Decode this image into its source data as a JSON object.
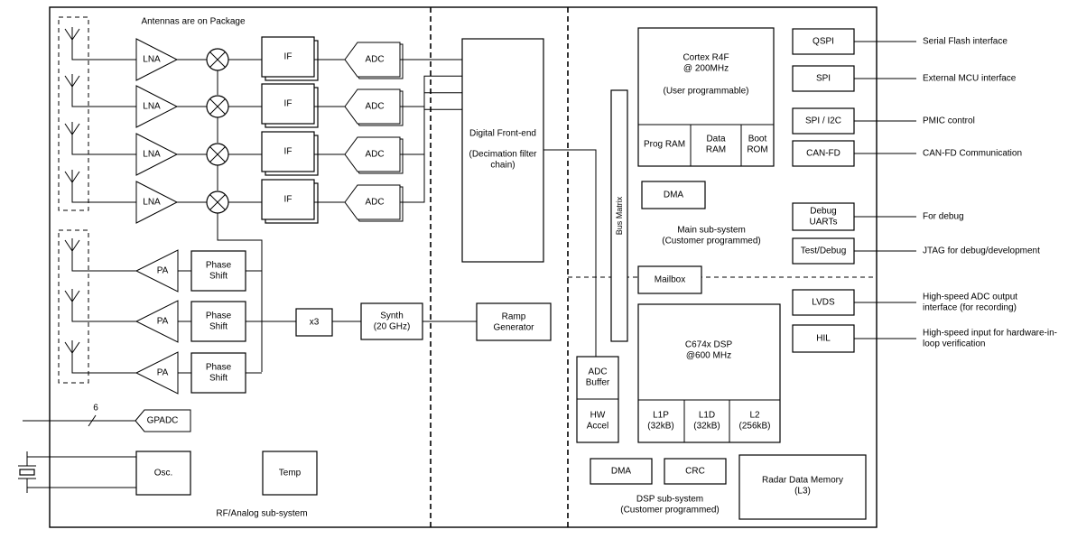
{
  "rf": {
    "antennas_note": "Antennas are on Package",
    "lna": "LNA",
    "if": "IF",
    "adc": "ADC",
    "pa": "PA",
    "phase_shift": [
      "Phase",
      "Shift"
    ],
    "x3": "x3",
    "synth": [
      "Synth",
      "(20 GHz)"
    ],
    "gpadc": "GPADC",
    "gpadc_bus_width": "6",
    "osc": "Osc.",
    "temp": "Temp",
    "label": "RF/Analog sub-system"
  },
  "dfe": {
    "title": "Digital Front-end",
    "subtitle": [
      "(Decimation filter",
      "chain)"
    ],
    "ramp": [
      "Ramp",
      "Generator"
    ]
  },
  "main": {
    "cortex": [
      "Cortex R4F",
      "@ 200MHz",
      "(User programmable)"
    ],
    "prog_ram": "Prog RAM",
    "data_ram": [
      "Data",
      "RAM"
    ],
    "boot_rom": [
      "Boot",
      "ROM"
    ],
    "dma": "DMA",
    "bus_matrix": "Bus Matrix",
    "label": [
      "Main sub-system",
      "(Customer programmed)"
    ],
    "mailbox": "Mailbox"
  },
  "dsp": {
    "adc_buffer": [
      "ADC",
      "Buffer"
    ],
    "hw_accel": [
      "HW",
      "Accel"
    ],
    "core": [
      "C674x DSP",
      "@600 MHz"
    ],
    "l1p": [
      "L1P",
      "(32kB)"
    ],
    "l1d": [
      "L1D",
      "(32kB)"
    ],
    "l2": [
      "L2",
      "(256kB)"
    ],
    "dma": "DMA",
    "crc": "CRC",
    "radar_mem": [
      "Radar Data Memory",
      "(L3)"
    ],
    "label": [
      "DSP sub-system",
      "(Customer programmed)"
    ]
  },
  "interfaces": [
    {
      "name": "QSPI",
      "desc": [
        "Serial Flash interface"
      ]
    },
    {
      "name": "SPI",
      "desc": [
        "External MCU interface"
      ]
    },
    {
      "name": "SPI / I2C",
      "desc": [
        "PMIC control"
      ]
    },
    {
      "name": "CAN-FD",
      "desc": [
        "CAN-FD Communication"
      ]
    },
    {
      "name": [
        "Debug",
        "UARTs"
      ],
      "desc": [
        "For debug"
      ]
    },
    {
      "name": "Test/Debug",
      "desc": [
        "JTAG for debug/development"
      ]
    },
    {
      "name": "LVDS",
      "desc": [
        "High-speed ADC output",
        "interface (for recording)"
      ]
    },
    {
      "name": "HIL",
      "desc": [
        "High-speed input for hardware-in-",
        "loop verification"
      ]
    }
  ]
}
